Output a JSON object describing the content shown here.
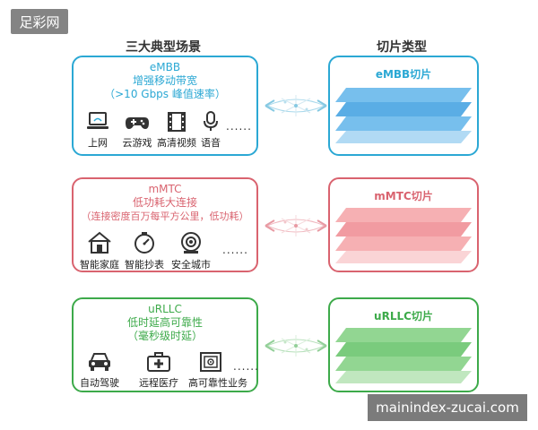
{
  "watermark_top": "足彩网",
  "watermark_bottom": "mainindex-zucai.com",
  "headers": {
    "left": "三大典型场景",
    "right": "切片类型"
  },
  "scenarios": [
    {
      "title": "eMBB",
      "desc": "增强移动带宽",
      "detail": "（>10 Gbps 峰值速率）",
      "color": "#2ba8d4",
      "slice": "eMBB切片",
      "icons": [
        {
          "name": "laptop-icon",
          "label": "上网"
        },
        {
          "name": "gamepad-icon",
          "label": "云游戏"
        },
        {
          "name": "film-icon",
          "label": "高清视频"
        },
        {
          "name": "microphone-icon",
          "label": "语音"
        }
      ],
      "more": "......"
    },
    {
      "title": "mMTC",
      "desc": "低功耗大连接",
      "detail": "（连接密度百万每平方公里，低功耗）",
      "color": "#d9636f",
      "slice": "mMTC切片",
      "icons": [
        {
          "name": "house-icon",
          "label": "智能家庭"
        },
        {
          "name": "meter-icon",
          "label": "智能抄表"
        },
        {
          "name": "camera-icon",
          "label": "安全城市"
        }
      ],
      "more": "......"
    },
    {
      "title": "uRLLC",
      "desc": "低时延高可靠性",
      "detail": "（毫秒级时延）",
      "color": "#3daa4a",
      "slice": "uRLLC切片",
      "icons": [
        {
          "name": "car-icon",
          "label": "自动驾驶"
        },
        {
          "name": "medical-kit-icon",
          "label": "远程医疗"
        },
        {
          "name": "safe-icon",
          "label": "高可靠性业务"
        }
      ],
      "more": "......"
    }
  ]
}
